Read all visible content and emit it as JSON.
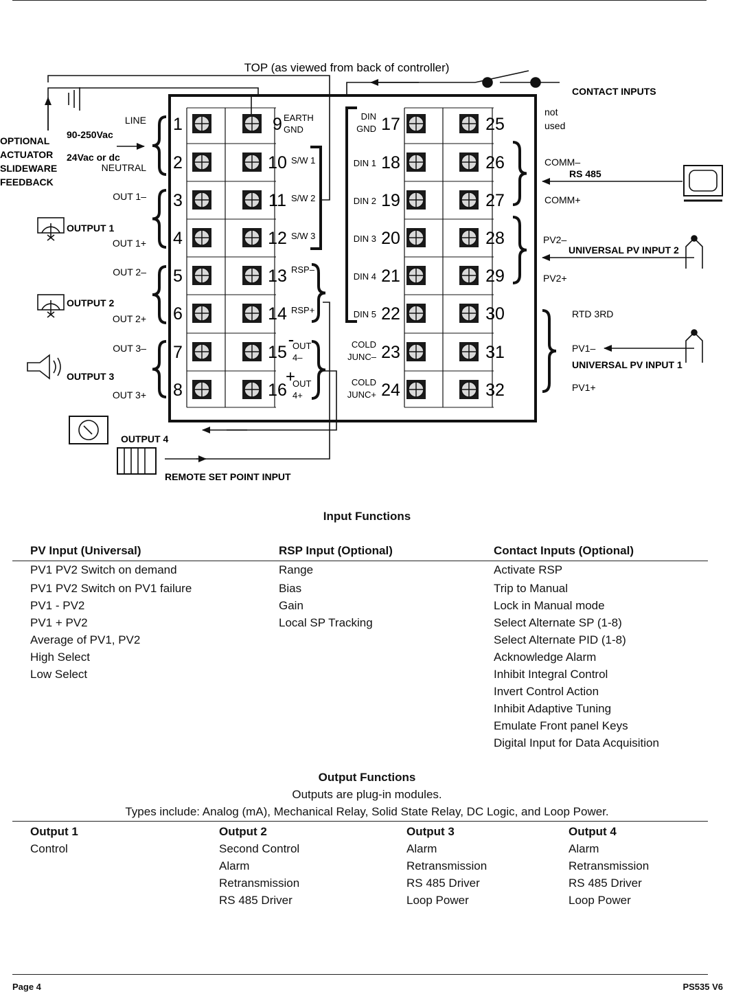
{
  "diagram": {
    "top_caption": "TOP (as viewed from back of controller)",
    "left_terminals": [
      {
        "num": "1",
        "side": "LINE"
      },
      {
        "num": "2",
        "side": "NEUTRAL"
      },
      {
        "num": "3",
        "side": "OUT 1–"
      },
      {
        "num": "4",
        "side": "OUT 1+"
      },
      {
        "num": "5",
        "side": "OUT 2–"
      },
      {
        "num": "6",
        "side": "OUT 2+"
      },
      {
        "num": "7",
        "side": "OUT 3–"
      },
      {
        "num": "8",
        "side": "OUT 3+"
      }
    ],
    "mid_left_terminals": [
      {
        "num": "9",
        "label": [
          "EARTH",
          "GND"
        ]
      },
      {
        "num": "10",
        "label": [
          "S/W 1"
        ]
      },
      {
        "num": "11",
        "label": [
          "S/W 2"
        ]
      },
      {
        "num": "12",
        "label": [
          "S/W 3"
        ]
      },
      {
        "num": "13",
        "label": [
          "RSP–"
        ]
      },
      {
        "num": "14",
        "label": [
          "RSP+"
        ]
      },
      {
        "num": "15",
        "label": [
          "OUT",
          "4–"
        ]
      },
      {
        "num": "16",
        "label": [
          "OUT",
          "4+"
        ]
      }
    ],
    "mid_right_terminals": [
      {
        "num": "17",
        "label": [
          "DIN",
          "GND"
        ]
      },
      {
        "num": "18",
        "label": [
          "DIN 1"
        ]
      },
      {
        "num": "19",
        "label": [
          "DIN 2"
        ]
      },
      {
        "num": "20",
        "label": [
          "DIN 3"
        ]
      },
      {
        "num": "21",
        "label": [
          "DIN 4"
        ]
      },
      {
        "num": "22",
        "label": [
          "DIN 5"
        ]
      },
      {
        "num": "23",
        "label": [
          "COLD",
          "JUNC–"
        ]
      },
      {
        "num": "24",
        "label": [
          "COLD",
          "JUNC+"
        ]
      }
    ],
    "right_terminals": [
      {
        "num": "25"
      },
      {
        "num": "26"
      },
      {
        "num": "27"
      },
      {
        "num": "28"
      },
      {
        "num": "29"
      },
      {
        "num": "30"
      },
      {
        "num": "31"
      },
      {
        "num": "32"
      }
    ],
    "right_labels": {
      "not": "not",
      "used": "used",
      "comm_minus": "COMM–",
      "comm_plus": "COMM+",
      "pv2_minus": "PV2–",
      "pv2_plus": "PV2+",
      "rtd": "RTD 3RD",
      "pv1_minus": "PV1–",
      "pv1_plus": "PV1+"
    },
    "callouts": {
      "contact_inputs": "CONTACT INPUTS",
      "rs485": "RS 485",
      "pv_input_2": "UNIVERSAL PV INPUT 2",
      "pv_input_1": "UNIVERSAL PV INPUT 1",
      "optional_feedback": [
        "OPTIONAL",
        "ACTUATOR",
        "SLIDEWARE",
        "FEEDBACK"
      ],
      "supply_1": "90-250Vac",
      "supply_2": "24Vac or dc",
      "output_1": "OUTPUT 1",
      "output_2": "OUTPUT 2",
      "output_3": "OUTPUT 3",
      "output_4": "OUTPUT 4",
      "remote_sp": "REMOTE SET POINT INPUT",
      "minus_sign": "-",
      "plus_sign": "+"
    }
  },
  "input_functions": {
    "title": "Input Functions",
    "columns": [
      {
        "header": "PV Input (Universal)",
        "items": [
          "PV1 PV2 Switch on demand",
          "PV1 PV2 Switch on PV1 failure",
          "PV1 - PV2",
          "PV1 + PV2",
          "Average of PV1, PV2",
          "High Select",
          "Low Select"
        ]
      },
      {
        "header": "RSP Input (Optional)",
        "items": [
          "Range",
          "Bias",
          "Gain",
          "Local SP Tracking"
        ]
      },
      {
        "header": "Contact Inputs (Optional)",
        "items": [
          "Activate RSP",
          "Trip to Manual",
          "Lock in Manual mode",
          "Select Alternate SP (1-8)",
          "Select Alternate PID (1-8)",
          "Acknowledge Alarm",
          "Inhibit Integral Control",
          "Invert Control Action",
          "Inhibit Adaptive Tuning",
          "Emulate Front panel Keys",
          "Digital Input for Data Acquisition"
        ]
      }
    ]
  },
  "output_functions": {
    "title": "Output Functions",
    "subtitle_1": "Outputs are plug-in modules.",
    "subtitle_2": "Types include: Analog (mA), Mechanical Relay, Solid State Relay, DC Logic, and Loop Power.",
    "columns": [
      {
        "header": "Output 1",
        "items": [
          "Control"
        ]
      },
      {
        "header": "Output 2",
        "items": [
          "Second Control",
          "Alarm",
          "Retransmission",
          "RS 485 Driver"
        ]
      },
      {
        "header": "Output 3",
        "items": [
          "Alarm",
          "Retransmission",
          "RS 485 Driver",
          "Loop Power"
        ]
      },
      {
        "header": "Output 4",
        "items": [
          "Alarm",
          "Retransmission",
          "RS 485 Driver",
          "Loop Power"
        ]
      }
    ]
  },
  "footer": {
    "page": "Page 4",
    "doc_id": "PS535 V6"
  }
}
